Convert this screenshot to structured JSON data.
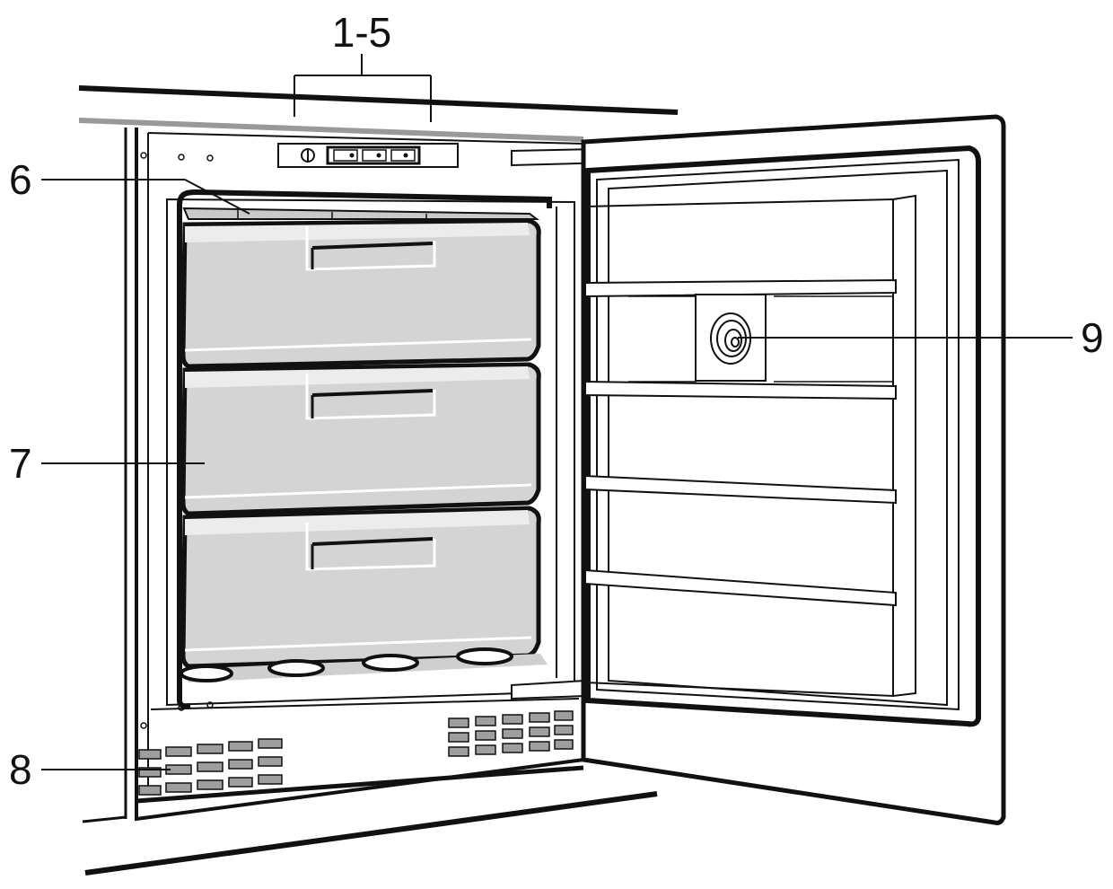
{
  "callouts": {
    "c1": "1-5",
    "c6": "6",
    "c7": "7",
    "c8": "8",
    "c9": "9"
  },
  "colors": {
    "ink": "#111111",
    "drawer_fill": "#d4d4d4",
    "drawer_highlight": "#ececec",
    "shadow": "#cfcfcf",
    "vent_fill": "#9e9e9e"
  },
  "icons": {
    "door_fixture": "circular-spiral-icon",
    "control_panel": "control-panel-icon"
  }
}
